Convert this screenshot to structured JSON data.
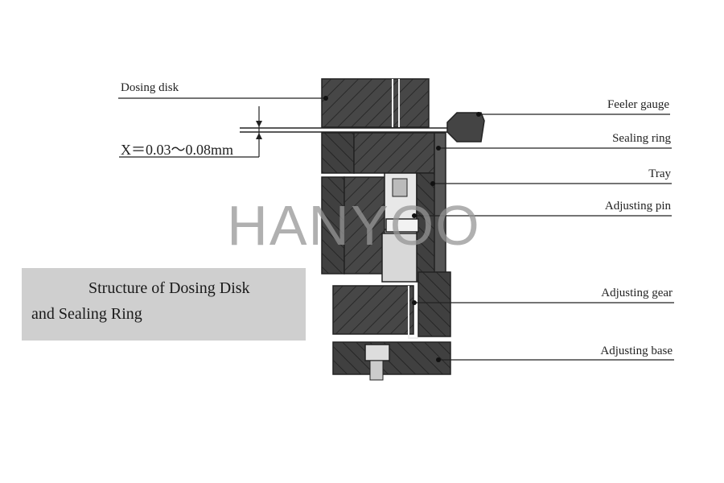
{
  "labels": {
    "dosing_disk": "Dosing disk",
    "feeler_gauge": "Feeler gauge",
    "sealing_ring": "Sealing ring",
    "tray": "Tray",
    "adjusting_pin": "Adjusting pin",
    "adjusting_gear": "Adjusting gear",
    "adjusting_base": "Adjusting base"
  },
  "dimension": "X＝0.03～0.08mm",
  "caption": {
    "line1": "Structure of Dosing Disk",
    "line2": "and Sealing Ring"
  },
  "watermark": "HANYOO",
  "colors": {
    "block_dark": "#3d3d3d",
    "block_medium": "#5a5a5a",
    "caption_bg": "#cfcfcf",
    "watermark": "#969696"
  }
}
